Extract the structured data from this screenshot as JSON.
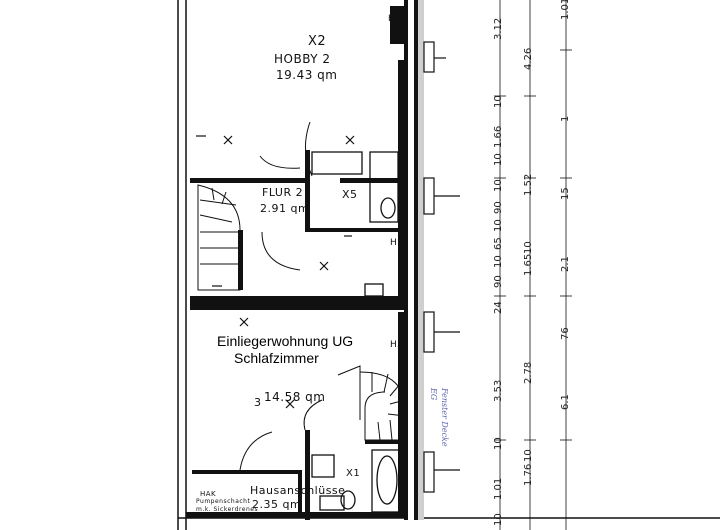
{
  "rooms": [
    {
      "id": "hobby",
      "marker": "X2",
      "name": "HOBBY 2",
      "area": "19.43 qm"
    },
    {
      "id": "flur",
      "name": "FLUR 2",
      "area": "2.91 qm",
      "marker": "X5"
    },
    {
      "id": "schlaf",
      "area": "14.58 qm",
      "marker": "3"
    },
    {
      "id": "hausanschluss",
      "name": "Hausanschlüsse",
      "area": "2.35 qm"
    }
  ],
  "overlay": {
    "line1": "Einliegerwohnung UG",
    "line2": "Schlafzimmer"
  },
  "misc_marks": {
    "h2_a": "H2",
    "h2_b": "H2",
    "h2_c": "H2",
    "x1": "X1",
    "hak": "HAK"
  },
  "hausanschluss_box": {
    "line1": "HAK",
    "line2": "Pumpenschacht",
    "line3": "m.k. Sickerdrenes"
  },
  "dimensions_inner": [
    "3.12",
    "4.26",
    "10",
    "1.66",
    "10",
    "1.52",
    "10",
    "90",
    "10",
    "65",
    "10",
    "1.65",
    "10",
    "90",
    "24",
    "2.78",
    "3.53",
    "10",
    "1.76",
    "10",
    "1.01",
    "10"
  ],
  "dimensions_outer": [
    "1.01",
    "1",
    "15",
    "2.1",
    "76",
    "6.1"
  ],
  "handwritten_note": {
    "line1": "Fenster Decke",
    "line2": "EG"
  },
  "colors": {
    "ink": "#111111",
    "note": "#5a66b0",
    "paper": "#ffffff"
  }
}
